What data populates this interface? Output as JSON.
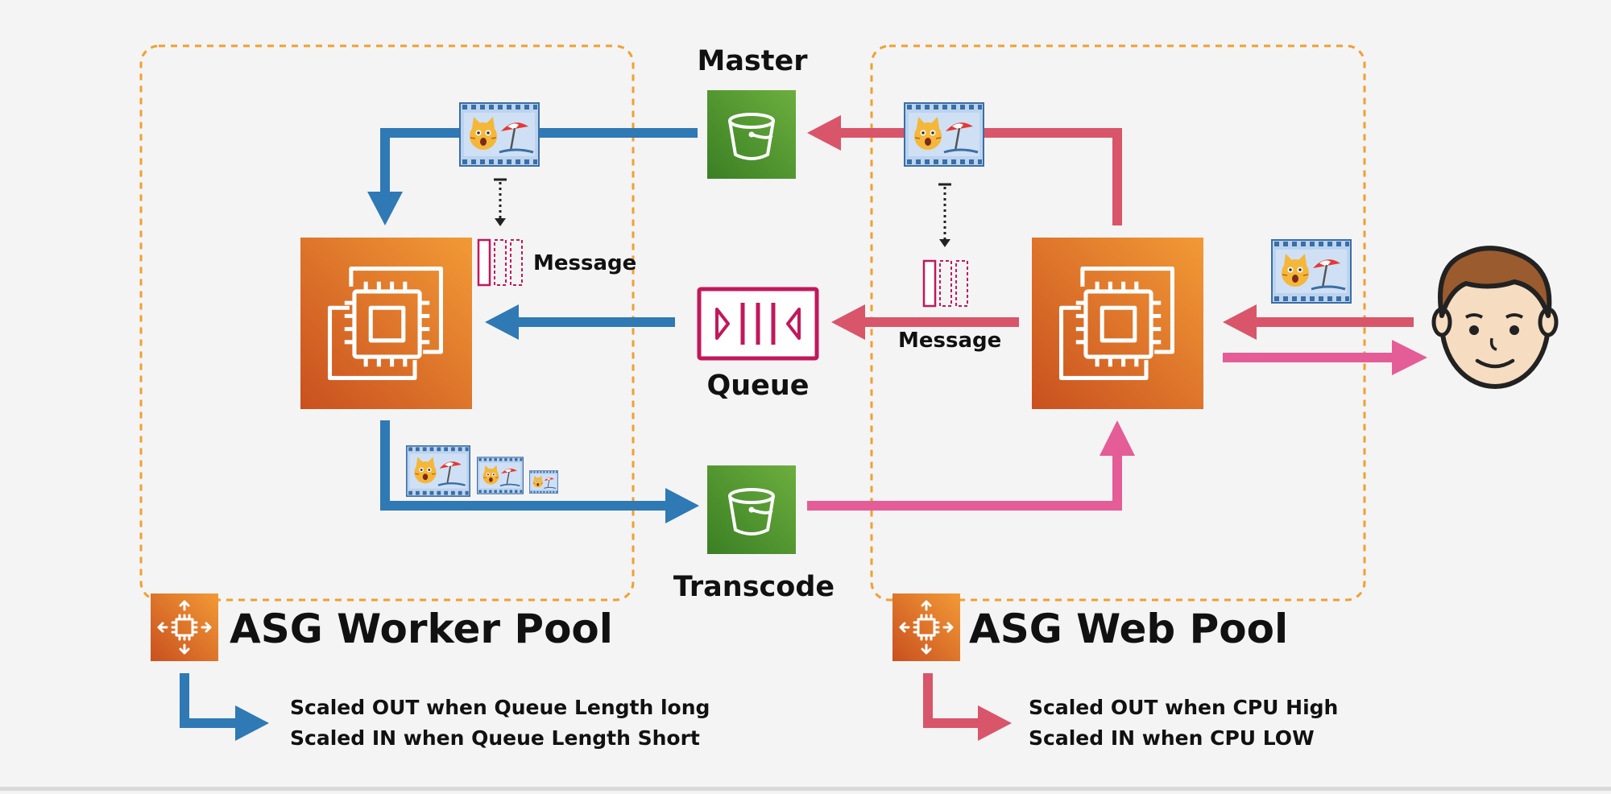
{
  "labels": {
    "master": "Master",
    "queue": "Queue",
    "transcode": "Transcode",
    "message_left": "Message",
    "message_right": "Message",
    "asg_worker": "ASG Worker Pool",
    "asg_web": "ASG Web Pool"
  },
  "scaling": {
    "worker_out": "Scaled OUT when Queue Length long",
    "worker_in": "Scaled IN when Queue Length Short",
    "web_out": "Scaled OUT when CPU High",
    "web_in": "Scaled IN when CPU LOW"
  },
  "icons": {
    "bucket": "s3-bucket-icon",
    "ec2": "ec2-instance-icon",
    "queue": "sqs-queue-icon",
    "asg": "auto-scaling-group-icon",
    "media": "media-film-icon",
    "message": "message-icon",
    "user": "user-face-icon"
  },
  "colors": {
    "worker_flow": "#2f79b5",
    "web_flow": "#d9556a",
    "transcode_flow": "#e45d97",
    "ec2_orange": "#e67e22",
    "bucket_green": "#5a9e2f",
    "queue_magenta": "#c2185b",
    "pool_border": "#f0a030"
  }
}
